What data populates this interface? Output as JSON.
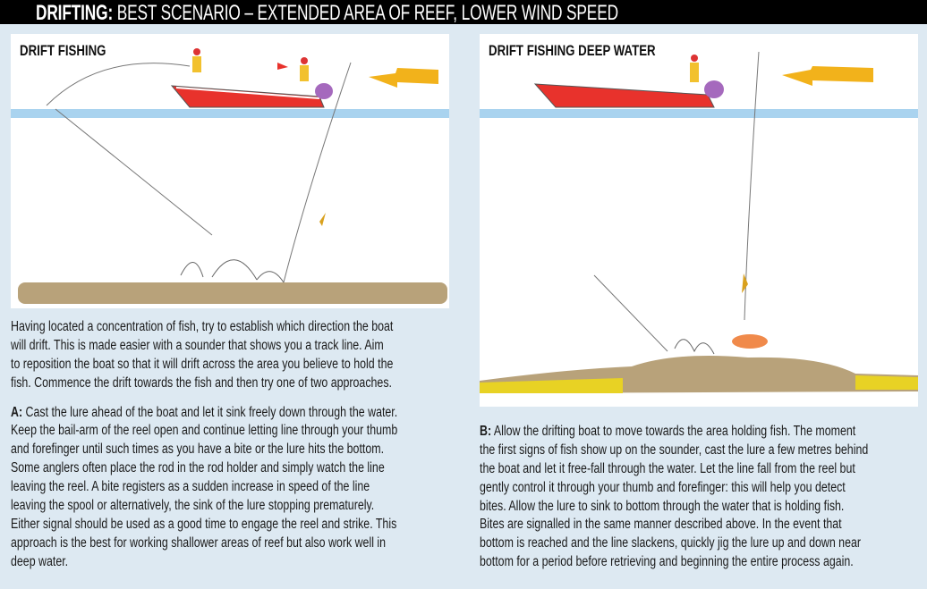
{
  "header": {
    "title_bold": "DRIFTING:",
    "title_rest": " BEST SCENARIO – EXTENDED AREA OF REEF, LOWER WIND SPEED"
  },
  "panels": [
    {
      "title": "DRIFT FISHING"
    },
    {
      "title": "DRIFT FISHING DEEP WATER"
    }
  ],
  "left_text": {
    "intro": [
      "Having located a concentration of fish, try to establish which direction the boat",
      "will drift. This is made easier with a sounder that shows you a track line. Aim",
      "to reposition the boat so that it will drift across the area you believe to hold the",
      "fish. Commence the drift towards the fish and then try one of two approaches."
    ],
    "a_label": "A:",
    "a_lines": [
      " Cast the lure ahead of the boat and let it sink freely down through the water.",
      "Keep the bail-arm of the reel open and continue letting line through your thumb",
      "and forefinger until such times as you have a bite or the lure hits the bottom.",
      "Some anglers often place the rod in the rod holder and simply watch the line",
      "leaving the reel. A bite registers as a sudden increase in speed of the line",
      "leaving the spool or alternatively, the sink of the lure stopping prematurely.",
      "Either signal should be used as a good time to engage the reel and strike. This",
      "approach is the best for working shallower areas of reef but also work well in",
      "deep water."
    ]
  },
  "right_text": {
    "b_label": "B:",
    "b_lines": [
      " Allow the drifting boat to move towards the area holding fish. The moment",
      "the first signs of fish show up on the sounder, cast the lure a few metres behind",
      "the boat and let it free-fall through the water. Let the line fall from the reel but",
      "gently control it through your thumb and forefinger: this will help you detect",
      "bites. Allow the lure to sink to bottom through the water that is holding fish.",
      "Bites are signalled in the same manner described above. In the event that",
      "bottom is reached and the line slackens, quickly jig the lure up and down near",
      "bottom for a period before retrieving and beginning the entire process again."
    ]
  },
  "colors": {
    "header_bg": "#000000",
    "page_bg": "#dde9f2",
    "water": "#a9d3ef",
    "boat": "#e8322c",
    "arrow": "#f2b21b",
    "sand": "#b8a27a",
    "line_arrow": "#c0392b"
  }
}
